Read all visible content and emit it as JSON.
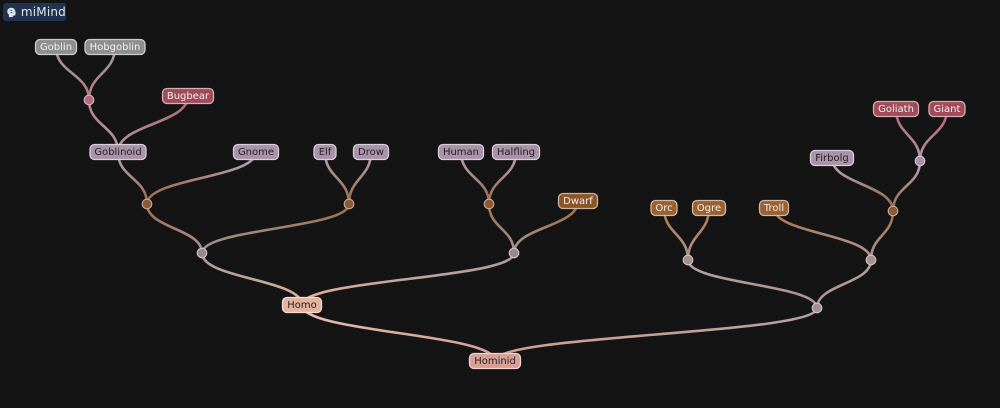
{
  "app": {
    "name": "miMind",
    "logo_icon": "brain-icon",
    "logo_color": "#21334e"
  },
  "tree": {
    "background": "#151414",
    "root": {
      "id": "hominid",
      "label": "Hominid",
      "color": "#d6a096",
      "children": [
        {
          "id": "homo",
          "label": "Homo",
          "color": "#e2b39e",
          "children": [
            {
              "id": "j-left",
              "color": "#9b8a8d",
              "children": [
                {
                  "id": "j-goblinoid-gnome",
                  "color": "#8a5a35",
                  "children": [
                    {
                      "id": "goblinoid",
                      "label": "Goblinoid",
                      "color": "#a793aa",
                      "children": [
                        {
                          "id": "j-goblin",
                          "color": "#b06a7a",
                          "children": [
                            {
                              "id": "goblin",
                              "label": "Goblin",
                              "color": "#8e8e8e"
                            },
                            {
                              "id": "hobgoblin",
                              "label": "Hobgoblin",
                              "color": "#8e8e8e"
                            }
                          ]
                        },
                        {
                          "id": "bugbear",
                          "label": "Bugbear",
                          "color": "#a14a5a"
                        }
                      ]
                    },
                    {
                      "id": "gnome",
                      "label": "Gnome",
                      "color": "#a793aa"
                    }
                  ]
                },
                {
                  "id": "j-elf-drow",
                  "color": "#8a5a35",
                  "children": [
                    {
                      "id": "elf",
                      "label": "Elf",
                      "color": "#a793aa"
                    },
                    {
                      "id": "drow",
                      "label": "Drow",
                      "color": "#a793aa"
                    }
                  ]
                }
              ]
            },
            {
              "id": "j-human-dwarf",
              "color": "#9b8a8d",
              "children": [
                {
                  "id": "j-human-halfling",
                  "color": "#8a5a35",
                  "children": [
                    {
                      "id": "human",
                      "label": "Human",
                      "color": "#a793aa"
                    },
                    {
                      "id": "halfling",
                      "label": "Halfling",
                      "color": "#a793aa"
                    }
                  ]
                },
                {
                  "id": "dwarf",
                  "label": "Dwarf",
                  "color": "#8c5528"
                }
              ]
            }
          ]
        },
        {
          "id": "j-right",
          "color": "#a58f8f",
          "children": [
            {
              "id": "j-orc-ogre",
              "color": "#a58f8f",
              "children": [
                {
                  "id": "orc",
                  "label": "Orc",
                  "color": "#9a6232"
                },
                {
                  "id": "ogre",
                  "label": "Ogre",
                  "color": "#9a6232"
                }
              ]
            },
            {
              "id": "j-troll-giant",
              "color": "#a58f8f",
              "children": [
                {
                  "id": "troll",
                  "label": "Troll",
                  "color": "#9a6232"
                },
                {
                  "id": "j-firbolg",
                  "color": "#8a5a35",
                  "children": [
                    {
                      "id": "firbolg",
                      "label": "Firbolg",
                      "color": "#a793aa"
                    },
                    {
                      "id": "j-goliath-giant",
                      "color": "#a793aa",
                      "children": [
                        {
                          "id": "goliath",
                          "label": "Goliath",
                          "color": "#a14a5a"
                        },
                        {
                          "id": "giant",
                          "label": "Giant",
                          "color": "#a14a5a"
                        }
                      ]
                    }
                  ]
                }
              ]
            }
          ]
        }
      ]
    }
  }
}
